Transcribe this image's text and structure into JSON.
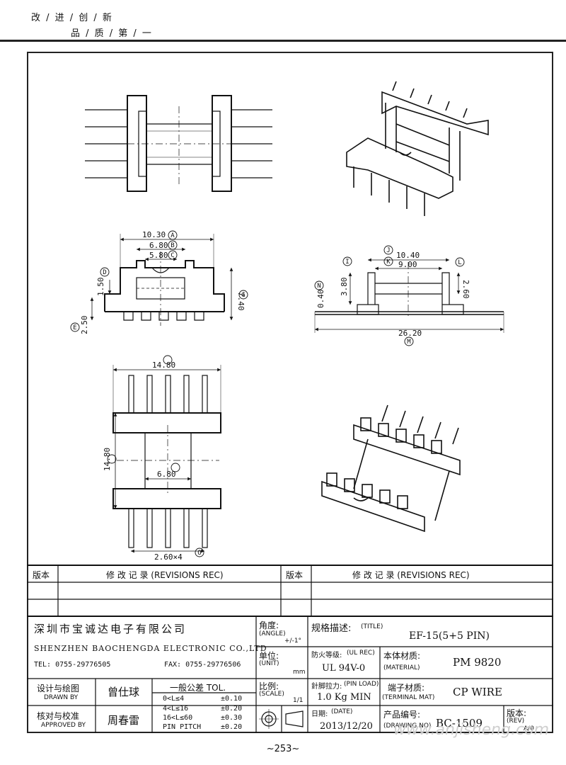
{
  "header": {
    "line1": "改 / 进 / 创 / 新",
    "line2": "品 / 质 / 第 / 一"
  },
  "dims": {
    "top_view": {
      "a": "10.30",
      "b": "6.80",
      "c": "5.80",
      "d": "1.50",
      "g": "7.40",
      "e": "2.50"
    },
    "side_view": {
      "j": "10.40",
      "k": "9.00",
      "i": "3.80",
      "l": "2.60",
      "n": "0.40",
      "m": "26.20"
    },
    "bottom_view": {
      "width": "14.80",
      "height": "14.80",
      "inner": "6.80",
      "pitch": "2.60×4"
    },
    "markers": [
      "A",
      "B",
      "C",
      "D",
      "E",
      "G",
      "I",
      "J",
      "K",
      "L",
      "M",
      "N",
      "O"
    ]
  },
  "revisions": {
    "col_ver": "版本",
    "col_rec": "修  改  记  录  (REVISIONS REC)"
  },
  "title_block": {
    "company_cn": "深圳市宝诚达电子有限公司",
    "company_en": "SHENZHEN BAOCHENGDA ELECTRONIC CO.,LTD",
    "tel": "TEL: 0755-29776505",
    "fax": "FAX: 0755-29776506",
    "angle_label": "角度:",
    "angle_label_en": "(ANGLE)",
    "angle_value": "+/-1°",
    "unit_label": "单位:",
    "unit_label_en": "(UNIT)",
    "unit_value": "mm",
    "scale_label": "比例:",
    "scale_label_en": "(SCALE)",
    "scale_value": "1/1",
    "title_label": "规格描述:",
    "title_label_en": "(TITLE)",
    "title_value": "EF-15(5+5 PIN)",
    "ul_label": "防火等级:",
    "ul_label_en": "(UL REC)",
    "ul_value": "UL 94V-0",
    "material_label": "本体材质:",
    "material_label_en": "(MATERIAL)",
    "material_value": "PM 9820",
    "pinload_label": "針脚拉力:",
    "pinload_label_en": "(PIN LOAD)",
    "pinload_value": "1.0 Kg MIN",
    "terminal_label": "端子材质:",
    "terminal_label_en": "(TERMINAL MAT)",
    "terminal_value": "CP WIRE",
    "date_label": "日期:",
    "date_label_en": "(DATE)",
    "date_value": "2013/12/20",
    "drawing_label": "产品编号:",
    "drawing_label_en": "(DRAWING NO)",
    "drawing_value": "BC-1509",
    "rev_label": "版本:",
    "rev_label_en": "(REV)",
    "rev_value": "A/0",
    "drawn_label": "设计与绘图",
    "drawn_label_en": "DRAWN BY",
    "drawn_value": "曾仕球",
    "approved_label": "核对与校准",
    "approved_label_en": "APPROVED BY",
    "approved_value": "周春雷",
    "tol_title": "一般公差 TOL.",
    "tol_rows": [
      {
        "range": "0<L≤4",
        "value": "±0.10"
      },
      {
        "range": "4<L≤16",
        "value": "±0.20"
      },
      {
        "range": "16<L≤60",
        "value": "±0.30"
      },
      {
        "range": "PIN PITCH",
        "value": "±0.20"
      }
    ]
  },
  "page_number": "~253~",
  "watermark": "www.anjisheng.com"
}
